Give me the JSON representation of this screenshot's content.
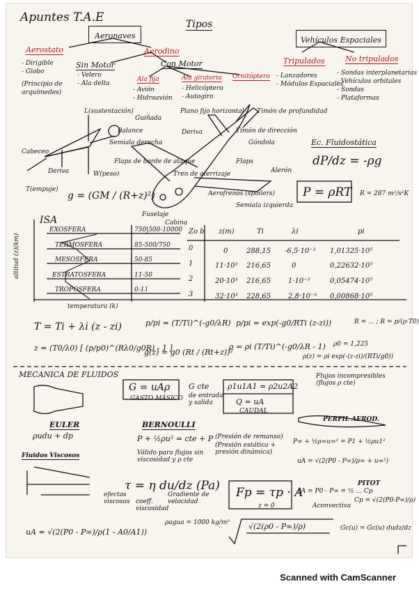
{
  "header": {
    "title": "Apuntes T.A.E",
    "tipos": "Tipos"
  },
  "aircraft": {
    "aeronaves": "Aeronaves",
    "aerostato": "Aerostato",
    "aerostato_items": [
      "- Dirigible",
      "- Globo",
      "(Principio de",
      "arquímedes)"
    ],
    "aerodino": "Aerodino",
    "sin_motor": "Sin Motor",
    "sin_motor_items": [
      "- Velero",
      "- Ala delta"
    ],
    "con_motor": "Con Motor",
    "ala_fija": "Ala fija",
    "ala_fija_items": [
      "- Avión",
      "- Hidroavión"
    ],
    "ala_giratoria": "Ala giratoria",
    "ala_giratoria_items": [
      "- Helicóptero",
      "- Autogiro"
    ],
    "ornitoptero": "Ornitóptero",
    "vehiculos": "Vehículos Espaciales",
    "tripulados": "Tripulados",
    "tripulados_items": [
      "- Lanzadores",
      "- Módulos Espaciales"
    ],
    "no_tripulados": "No tripulados",
    "no_tripulados_items": [
      "- Sondas interplanetarias",
      "- Vehículos orbitales",
      "- Sondas",
      "- Plataformas"
    ]
  },
  "forces": {
    "sustentacion": "L(sustentación)",
    "cabeceo": "Cabeceo",
    "guinada": "Guiñada",
    "balance": "Balance",
    "deriva": "Deriva",
    "empuje": "T(empuje)",
    "peso": "W(peso)",
    "gravity": "g = (GM / (R+z)²)"
  },
  "plane_labels": {
    "timon_profundidad": "Timón de profundidad",
    "plano_fijo": "Plano fijo horizontal",
    "deriva": "Deriva",
    "timon_direccion": "Timón de dirección",
    "gondola": "Góndola",
    "semiala_derecha": "Semiala derecha",
    "flaps_borde": "Flaps de borde de ataque",
    "flaps": "Flaps",
    "alerones": "Alerón",
    "tren": "Tren de aterrizaje",
    "aerofrenos": "Aerofrenos (spoilers)",
    "semiala_izq": "Semiala izquierda",
    "fuselaje": "Fuselaje",
    "cabina": "Cabina"
  },
  "fluid": {
    "title": "Ec. Fluidostática",
    "eq": "dP/dz = -ρg",
    "gas_law": "P = ρRT",
    "r_value": "R = 287 m²/s²K"
  },
  "isa": {
    "title": "ISA",
    "layers": [
      {
        "name": "EXOSFERA",
        "range": "750|500-10000"
      },
      {
        "name": "TERMOSFERA",
        "range": "85-500/750"
      },
      {
        "name": "MESOSFERA",
        "range": "50-85"
      },
      {
        "name": "ESTRATOSFERA",
        "range": "11-50"
      },
      {
        "name": "TROPOSFERA",
        "range": "0-11"
      }
    ],
    "xlabel": "temperatura (k)",
    "ylabel": "altitud (z)(km)"
  },
  "table": {
    "headers": [
      "Zo b",
      "z(m)",
      "Ti",
      "λi",
      "pi"
    ],
    "rows": [
      [
        "0",
        "0",
        "288,15",
        "-6,5·10⁻³",
        "1,01325·10⁵"
      ],
      [
        "1",
        "11·10³",
        "216,65",
        "0",
        "0,22632·10⁵"
      ],
      [
        "2",
        "20·10³",
        "216,65",
        "1·10⁻³",
        "0,05474·10⁵"
      ],
      [
        "3",
        "32·10³",
        "228,65",
        "2,8·10⁻³",
        "0,00868·10⁵"
      ]
    ]
  },
  "formulas": {
    "temp": "T = Ti + λi (z - zi)",
    "z_eq": "z = (T0/λ0) [ (p/p0)^(Rλ0/g0R) - 1 ]",
    "p_ratio": "p/pi = (T/Ti)^(-g0/λR)",
    "p_exp": "p/pi = exp(-g0/RTi (z-zi))",
    "g_eq": "g(z) = g0 (Rt / (Rt+z))²",
    "rho_eq": "ρ = ρi (T/Ti)^(-g0/λR - 1)",
    "rho0": "ρ0 = 1,225",
    "rho_exp": "ρ(z) = ρi exp(-(z-zi)/(RTi/g0))",
    "r_side": "R = ... ; R = p/(ρ·T0)"
  },
  "mecanica": {
    "title": "MECANICA DE FLUIDOS",
    "gasto": "G = uAρ",
    "gasto_label": "GASTO MÁSICO",
    "g_cte": "G cte",
    "g_cte_sub": "de entrada y salida",
    "continuity": "ρ1u1A1 = ρ2u2A2",
    "caudal": "Q = uA",
    "caudal_label": "CAUDAL",
    "incompresible": "Flujos incompresibles (flujos ρ cte)",
    "perfil": "PERFIL AEROD.",
    "euler": "EULER",
    "euler_eq": "ρudu + dp",
    "bernoulli": "BERNOULLI",
    "bernoulli_eq": "P + ½ρu² = cte + P",
    "bernoulli_note": "Válido para flujos sin viscosidad y ρ cte",
    "presion_remanso": "(Presión de remanso)",
    "presiones": "(Presión estática + presión dinámica)",
    "p_inf": "P∞ + ½ρ∞u∞² = P1 + ½ρu1²",
    "u_A": "uA = √(2(P0 - P∞)/ρ∞ + u∞²)",
    "viscosos": "Fluidos Viscosos",
    "tau": "τ = η du/dz (Pa)",
    "efectos": "efectos viscosos",
    "coef": "coeff. viscosidad",
    "gradiente": "Gradiente de velocidad",
    "fp": "Fp = τp · A",
    "zero": "z = 0",
    "pitot": "PITOT",
    "convectiva": "Aconvectiva",
    "uA_bottom": "uA = √(2(P0 - P∞)/ρ(1 - A0/A1))",
    "pagua": "ρagua = 1000 kg/m³",
    "sqrt_bottom": "√(2(ρ0 - P∞)/ρ)",
    "gcu": "Gc(u) = Gc(u) dudz/dz",
    "cp": "qA = P0 - P∞ = ½ ... Cp",
    "cp_val": "Cp = √(2(P0-P∞)/ρ)"
  },
  "footer": "Scanned with CamScanner"
}
